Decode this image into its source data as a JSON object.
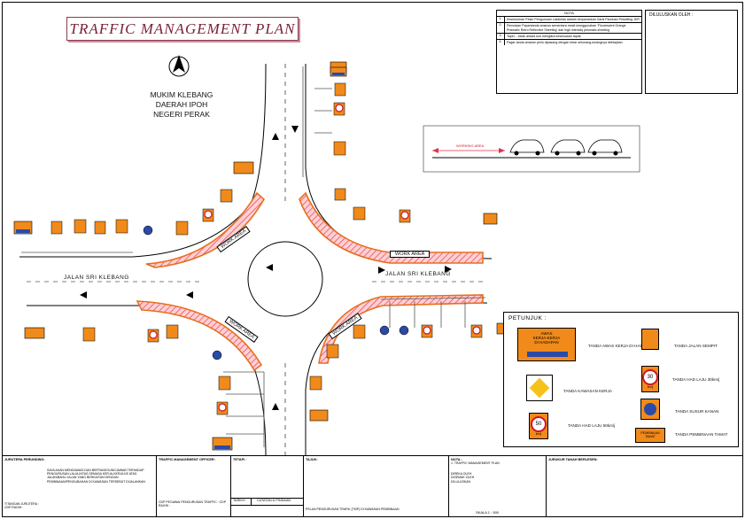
{
  "title": "TRAFFIC MANAGEMENT PLAN",
  "location": {
    "line1": "MUKIM KLEBANG",
    "line2": "DAERAH IPOH",
    "line3": "NEGERI PERAK"
  },
  "notes": {
    "heading": "NOTA",
    "items": [
      {
        "num": "1.",
        "text": "Keseluruhan Pelan Pengurusan Lalulintas adalah berpandukan Garis Panduan Pekeliling JKR"
      },
      {
        "num": "2.",
        "text": "Pemulaan Papantanda amaran sementara mesti menggunakan 'Flourescent Orange Prismatic Retro Reflective Sheeting' dan high intensity prismatic sheeting"
      },
      {
        "num": "3.",
        "text": "Taper - Jarak antara kon mengikut kesesuaian tapak."
      },
      {
        "num": "4.",
        "text": "Pagar tanda amaran perlu dipasang dengan lebar sekurang-kurangnya ditetapkan"
      }
    ]
  },
  "approved_by": "DILULUSKAN OLEH :",
  "road_labels": {
    "left": "JALAN SRI KLEBANG",
    "right": "JALAN SRI KLEBANG"
  },
  "work_area": [
    "WORK AREA",
    "WORK AREA",
    "WORK AREA",
    "WORK AREA"
  ],
  "section_label": "WORKING AREA",
  "legend": {
    "heading": "PETUNJUK :",
    "awas_sign": {
      "line1": "AWAS",
      "line2": "KERJA-KERJA",
      "line3": "DI HADAPAN"
    },
    "speed30": "30",
    "speed50": "50",
    "kmj": "km/j",
    "pembinaan": {
      "line1": "PEMBINAAN",
      "line2": "TAMAT"
    },
    "items": [
      "TANDA AWAS KERJA DI HADAPAN",
      "TANDA JALAN SEMPIT",
      "TANDA KAWASAN KERJA",
      "TANDA HAD LAJU 30km/j",
      "TANDA HAD LAJU 50km/j",
      "TANDA SUSUR KANAN",
      "TANDA PEMBINAAN TAMAT"
    ]
  },
  "title_block": {
    "engineer": "JURUTERA PERUNDING:",
    "engineer_sig": "T/TANGAN JURUTERA : CDP RAGHI :",
    "statement": "SAYA AKAN MENGAWASI DAN BERTANGGUNGJAWAB TERHADAP PENGURUSAN LALULINTAS SEMASA KERJA-KERJA KE ATAS JALAN/BAHU JALAN YANG BERKAITAN DENGAN PEMBINAAN/PENGUBAHAN DI KAWASAN TERSEBUT DIJALANKAN",
    "traffic_consultant": "TRAFFIC MANAGEMENT OFFICER:",
    "cdp": "CDP PEGAWAI PENGURUSAN TRAFFIC : CDP RAGHI :",
    "revision": "TETAPI :",
    "rev_cols": [
      "TARIKH",
      "CATATAN & PINDAAN"
    ],
    "project": "TAJUK:",
    "project_text": "PELAN PENGURUSAN TRAFIK (TMP) DI KAWASAN PEMBINAAN",
    "drawing_title": "NOTA :",
    "drawing_sub": "1. TRAFFIC MANAGEMENT PLAN",
    "designed": "DIREKA OLEH",
    "checked": "DISEMAK OLEH",
    "approved": "DILULUSKAN",
    "scale_label": "SKALA 1 : 500",
    "approval": "JURUKUR TANAH BERLESEN:"
  }
}
